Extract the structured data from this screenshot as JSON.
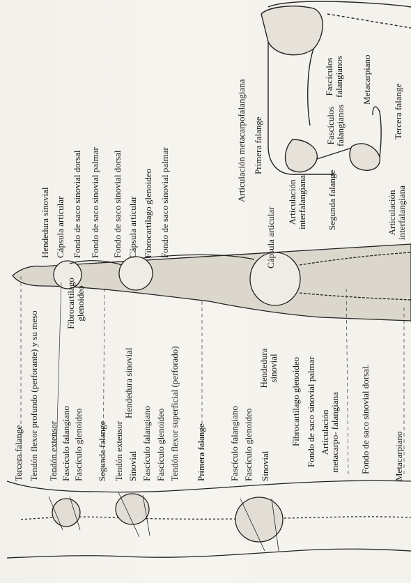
{
  "lower_figure_labels": {
    "tercera_falange": "Tercera falange",
    "tendon_flexor_profundo": "Tendón flexor profundo (perforante) y su meso",
    "tendon_extensor_1": "Tendón extensor",
    "fasciculo_falangiano_1": "Fascículo falangiano",
    "fasciculo_glenoideo_1": "Fascículo glenoideo",
    "segunda_falange": "Segunda falange",
    "tendon_extensor_2": "Tendón extensor",
    "sinovial_1": "Sinovial",
    "fasciculo_falangiano_2": "Fascículo falangiano",
    "fasciculo_glenoideo_2": "Fascículo glenoideo",
    "tendon_flexor_superficial": "Tendón flexor superficial (perforado)",
    "primera_falange": "Primera falange",
    "fasciculo_falangiano_3": "Fascículo falangiano",
    "fasciculo_glenoideo_3": "Fascículo glenoideo",
    "sinovial_2": "Sinovial",
    "fibrocartilago_glenoideo_1": "Fibrocartílago glenoideo",
    "hendedura_sinovial_1": "Hendedura sinovial",
    "hendedura_sinovial_2": "Hendedura sinovial",
    "fibrocartilago_glenoideo_2": "Fibrocartílago glenoideo",
    "fondo_saco_sinovial_palmar_1": "Fondo de saco sinovial palmar",
    "articulacion_metacarpo_falangiana": "Articulación metacarpo- falangiana",
    "fondo_saco_sinovial_dorsal_1": "Fondo de saco sinovial dorsal.",
    "metacarpiano_1": "Metacarpiano"
  },
  "middle_figure_labels": {
    "hendedura_sinovial_top": "Hendedura sinovial",
    "capsula_articular_1": "Cápsula articular",
    "fondo_saco_sinovial_dorsal_2": "Fondo de saco sinovial dorsal",
    "fondo_saco_sinovial_palmar_2": "Fondo de saco sinovial palmar",
    "fondo_saco_sinovial_dorsal_3": "Fondo de saco sinovial dorsal",
    "capsula_articular_2": "Cápsula articular",
    "fibrocartilago_glenoideo_3": "Fibrocartílago glenoideo",
    "fondo_saco_sinovial_palmar_3": "Fondo de saco sinovial palmar",
    "capsula_articular_3": "Cápsula articular"
  },
  "upper_figure_labels": {
    "articulacion_metacarpofalangiana": "Articulación metacarpofalangiana",
    "primera_falange_2": "Primera falange",
    "articulacion_interfalangiana_1": "Articulación interfalangiana",
    "segunda_falange_2": "Segunda falange",
    "fasciculos_falangianos_1": "Fascículos falangianos",
    "fasciculos_falangianos_2": "Fascículos falangianos",
    "metacarpiano_2": "Metacarpiano",
    "tercera_falange_2": "Tercera falange",
    "articulacion_interfalangiana_2": "Articulación interfalangiana"
  },
  "colors": {
    "ink": "#1a1a1a",
    "paper": "#f4f2ec",
    "bone_shade": "#cfcac0"
  }
}
